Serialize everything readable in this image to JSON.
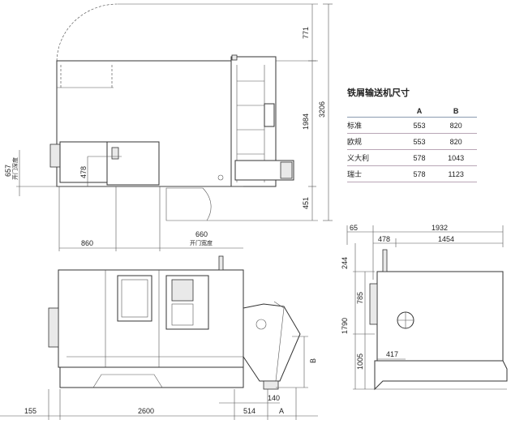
{
  "table": {
    "title": "铁屑输送机尺寸",
    "headers": [
      "",
      "A",
      "B"
    ],
    "rows": [
      {
        "name": "标准",
        "a": "553",
        "b": "820"
      },
      {
        "name": "欧规",
        "a": "553",
        "b": "820"
      },
      {
        "name": "义大利",
        "a": "578",
        "b": "1043"
      },
      {
        "name": "瑞士",
        "a": "578",
        "b": "1123"
      }
    ]
  },
  "top_view": {
    "dim_771": "771",
    "dim_1984": "1984",
    "dim_3206": "3206",
    "dim_451": "451",
    "dim_657": "657",
    "door_depth_label": "开门深度",
    "dim_478": "478",
    "dim_860": "860",
    "dim_660": "660",
    "door_width_label": "开门宽度"
  },
  "front_view": {
    "dim_155": "155",
    "dim_2600": "2600",
    "dim_514": "514",
    "dim_a": "A",
    "dim_140": "140",
    "dim_b": "B"
  },
  "side_view": {
    "dim_65": "65",
    "dim_1932": "1932",
    "dim_478": "478",
    "dim_1454": "1454",
    "dim_244": "244",
    "dim_785": "785",
    "dim_1790": "1790",
    "dim_1005": "1005",
    "dim_417": "417"
  }
}
